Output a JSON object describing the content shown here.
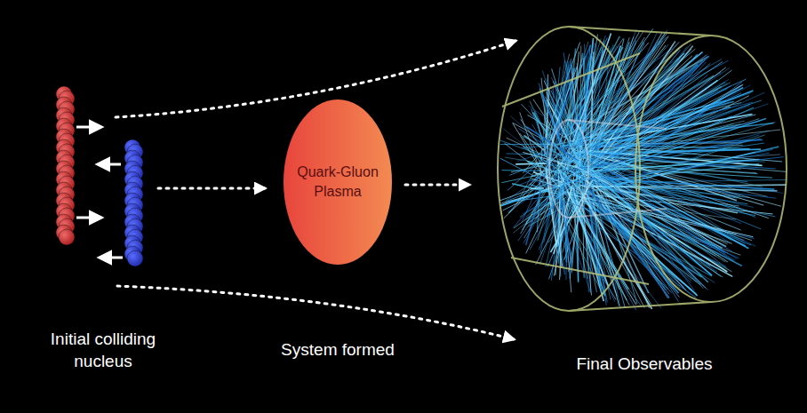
{
  "diagram": {
    "nodes": [
      {
        "text": [
          "Quark-Gluon Plasma"
        ]
      }
    ],
    "labels": [
      "Initial colliding nucleus",
      "System formed",
      "Final Observables"
    ]
  }
}
